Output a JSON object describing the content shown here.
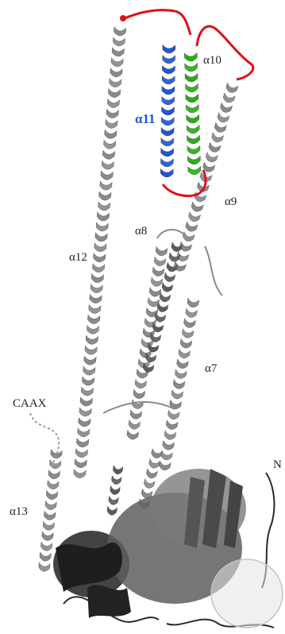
{
  "labels": {
    "alpha10": "α10",
    "alpha11": "α11",
    "alpha9": "α9",
    "alpha8": "α8",
    "alpha12": "α12",
    "alpha7": "α7",
    "caax": "CAAX",
    "alpha13": "α13",
    "n_term": "N"
  },
  "colors": {
    "helix_gray": "#8a8a8a",
    "helix_dark": "#5c5c5c",
    "alpha11": "#1f57d6",
    "alpha10": "#27b012",
    "loop_red": "#e0101a",
    "domain_black": "#2a2a2a",
    "domain_gray": "#666666",
    "sphere": "#d8d8d8"
  }
}
